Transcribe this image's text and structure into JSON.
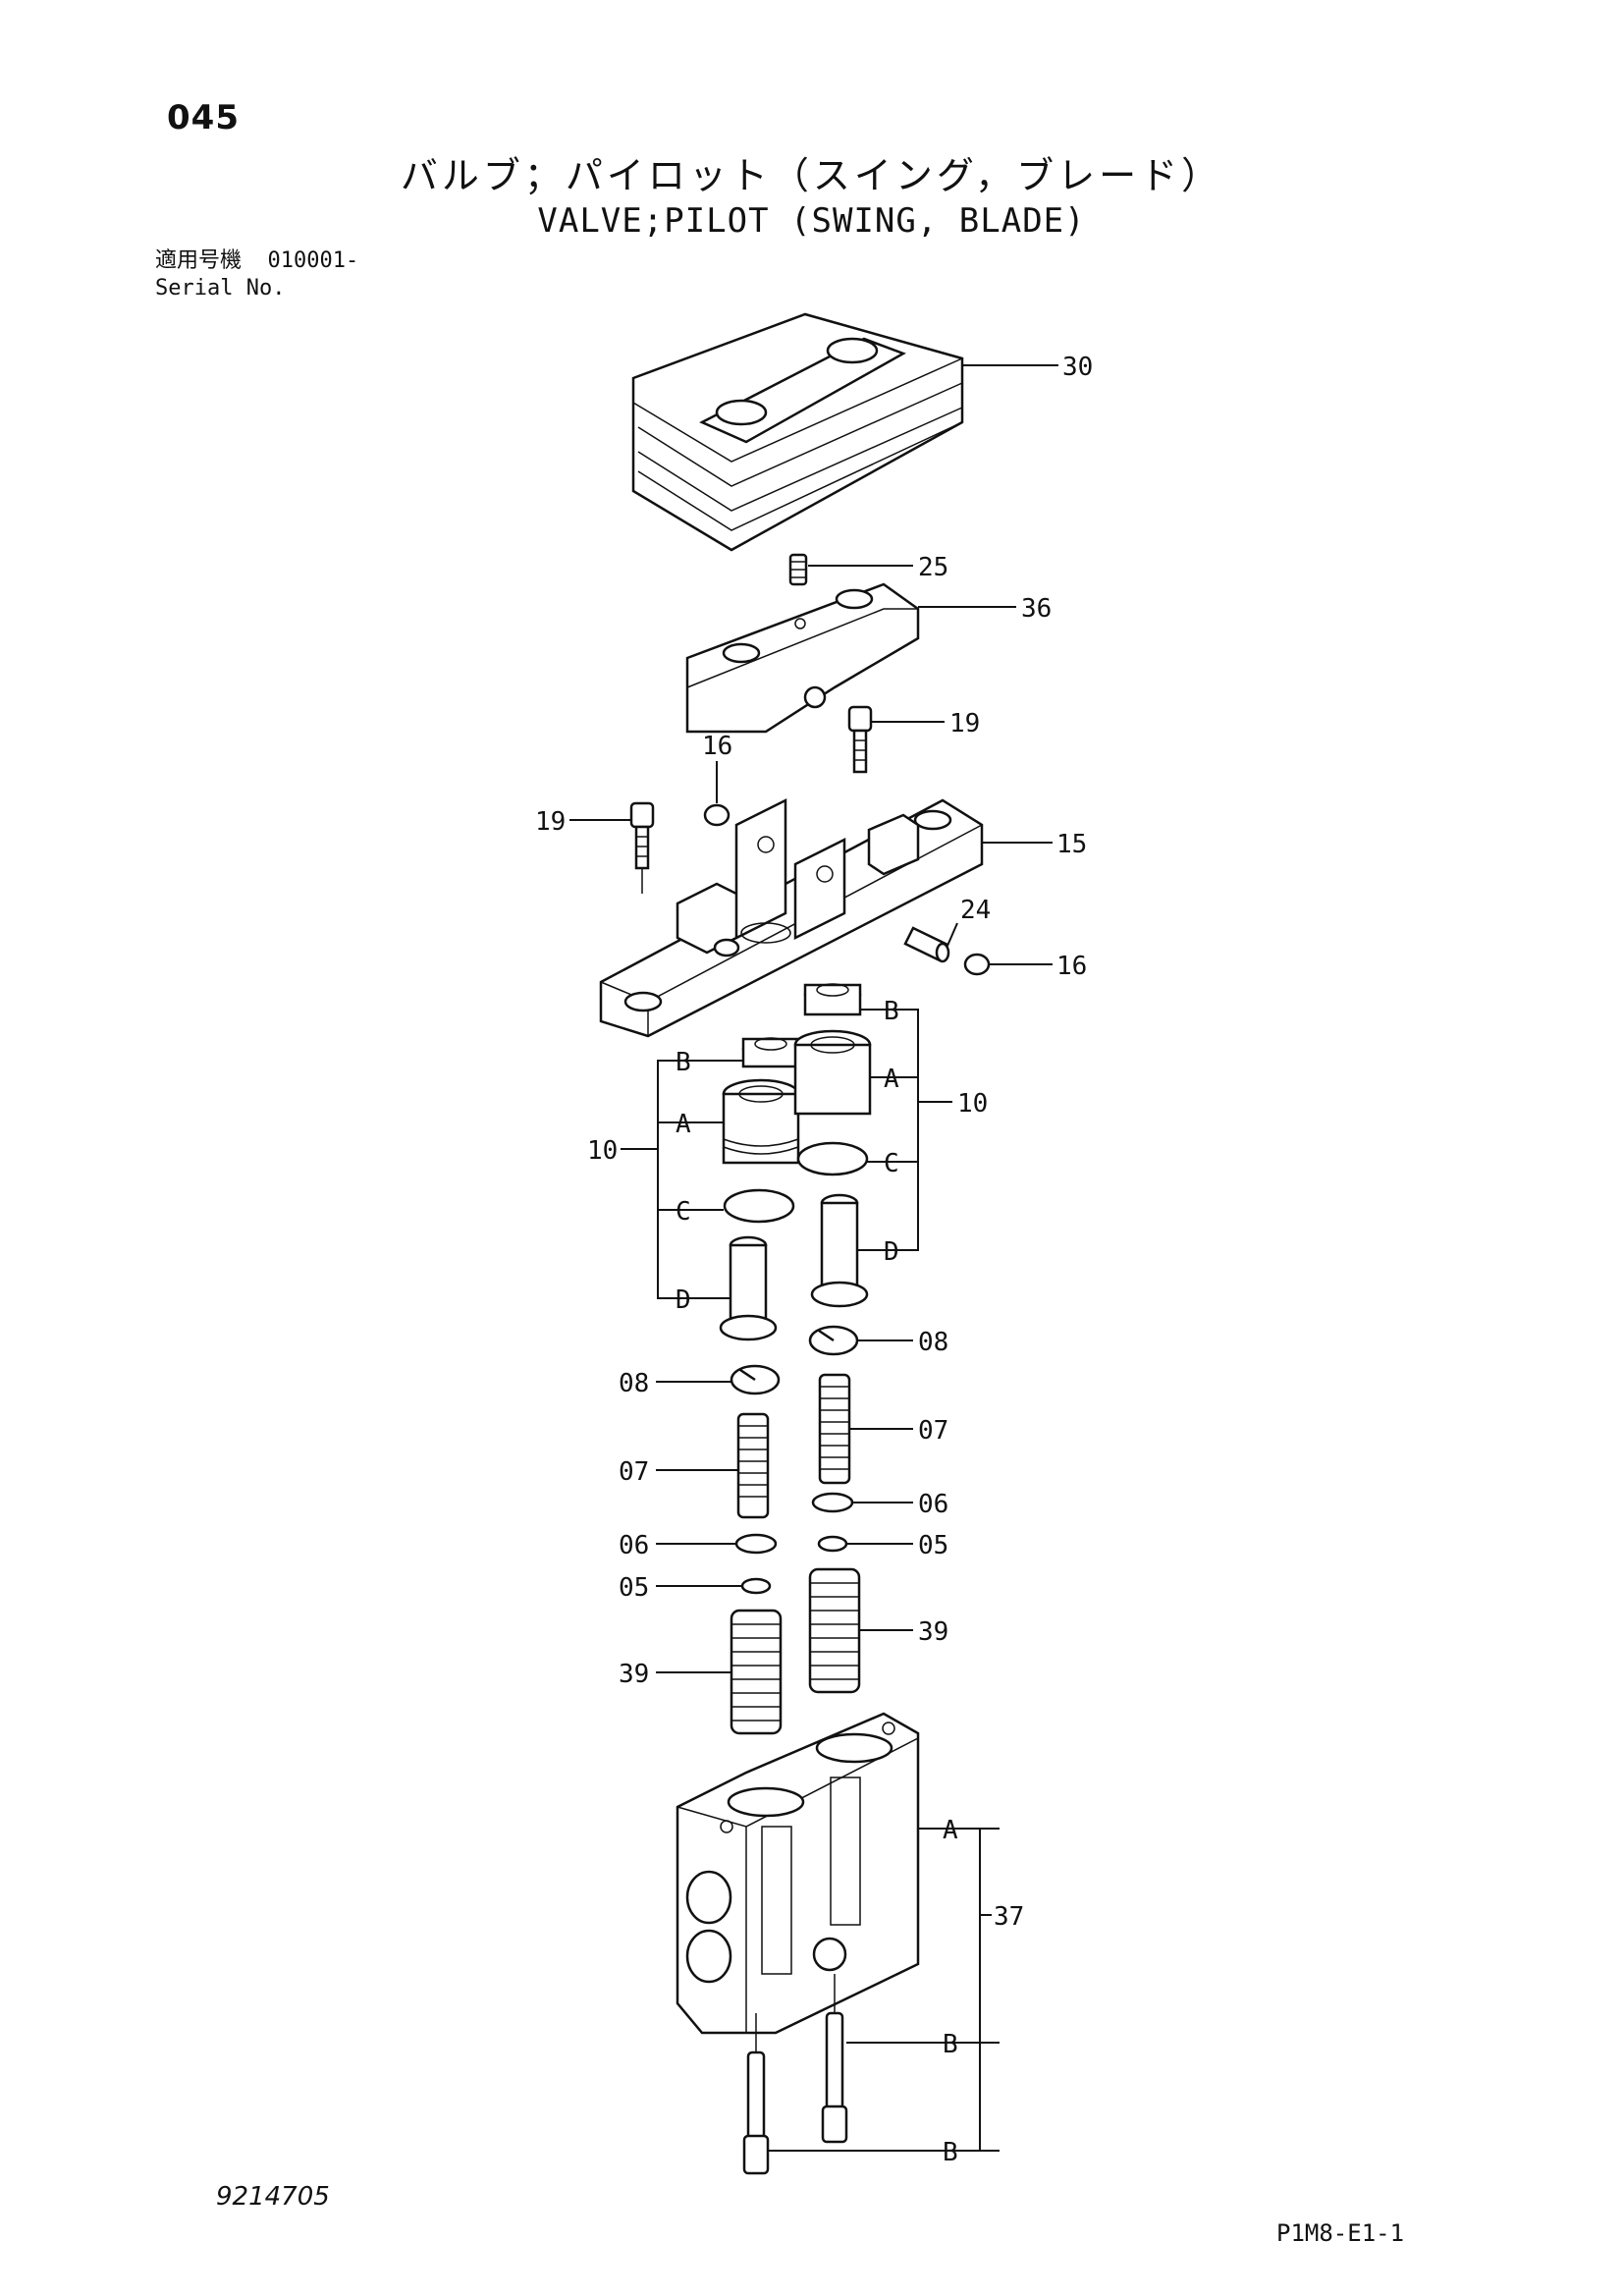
{
  "header": {
    "page_number": "045",
    "title_jp": "バルブ；パイロット（スイング，ブレード）",
    "title_en": "VALVE;PILOT (SWING, BLADE)",
    "serial_label_jp": "適用号機",
    "serial_value": "010001-",
    "serial_label_en": "Serial No."
  },
  "footer": {
    "drawing_number": "9214705",
    "page_code": "P1M8-E1-1"
  },
  "callouts": {
    "c30": "30",
    "c25": "25",
    "c36": "36",
    "c16a": "16",
    "c19a": "19",
    "c19b": "19",
    "c15": "15",
    "c24": "24",
    "c16b": "16",
    "c10a": "10",
    "c10b": "10",
    "bL": "B",
    "aL": "A",
    "cL": "C",
    "dL": "D",
    "bR": "B",
    "aR": "A",
    "cR": "C",
    "dR": "D",
    "c08a": "08",
    "c08b": "08",
    "c07a": "07",
    "c07b": "07",
    "c06a": "06",
    "c06b": "06",
    "c05a": "05",
    "c05b": "05",
    "c39a": "39",
    "c39b": "39",
    "c37": "37",
    "a37": "A",
    "b37a": "B",
    "b37b": "B"
  }
}
